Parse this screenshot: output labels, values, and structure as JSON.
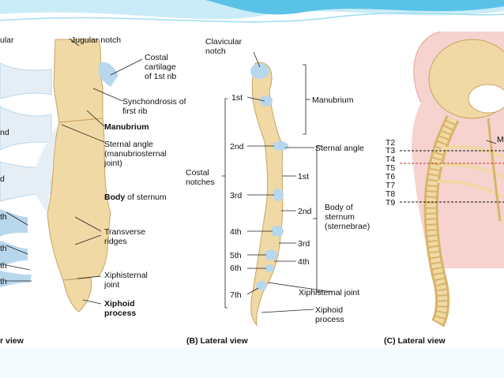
{
  "panel_a": {
    "labels": {
      "clavicular_partial": "ular",
      "jugular_notch": "Jugular notch",
      "costal_cartilage_1": "Costal",
      "costal_cartilage_2": "cartilage",
      "costal_cartilage_3": "of 1st rib",
      "synchondrosis_1": "Synchondrosis of",
      "synchondrosis_2": "first rib",
      "manubrium": "Manubrium",
      "sternal_angle_1": "Sternal angle",
      "sternal_angle_2": "(manubriosternal",
      "sternal_angle_3": "joint)",
      "body_bold": "Body",
      "body_rest": " of sternum",
      "transverse_1": "Transverse",
      "transverse_2": "ridges",
      "xiphisternal_1": "Xiphisternal",
      "xiphisternal_2": "joint",
      "xiphoid_1": "Xiphoid",
      "xiphoid_2": "process",
      "left_nd": "nd",
      "left_d": "d",
      "left_th1": "th",
      "left_th2": "th",
      "left_th3": "th",
      "left_th4": "th"
    },
    "caption": "r view"
  },
  "panel_b": {
    "labels": {
      "clavicular_notch_1": "Clavicular",
      "clavicular_notch_2": "notch",
      "manubrium": "Manubrium",
      "sternal_angle": "Sternal angle",
      "costal_notches_1": "Costal",
      "costal_notches_2": "notches",
      "n1st_left": "1st",
      "n2nd_left": "2nd",
      "n3rd_left": "3rd",
      "n4th_left": "4th",
      "n5th_left": "5th",
      "n6th_left": "6th",
      "n7th_left": "7th",
      "b1st": "1st",
      "b2nd": "2nd",
      "b3rd": "3rd",
      "b4th": "4th",
      "body_1": "Body of",
      "body_2": "sternum",
      "body_3": "(sternebrae)",
      "xiphisternal": "Xiphisternal joint",
      "xiphoid_1": "Xiphoid",
      "xiphoid_2": "process"
    },
    "caption": "(B)  Lateral view"
  },
  "panel_c": {
    "vertebrae": [
      "T2",
      "T3",
      "T4",
      "T5",
      "T6",
      "T7",
      "T8",
      "T9"
    ],
    "partial_label": "M",
    "caption": "(C)  Lateral view"
  },
  "colors": {
    "bone": "#f0d9a4",
    "bone_shade": "#d9b46b",
    "cartilage": "#b9d7ec",
    "skin": "#f6d3cf",
    "header_blue": "#5bc2e7"
  }
}
